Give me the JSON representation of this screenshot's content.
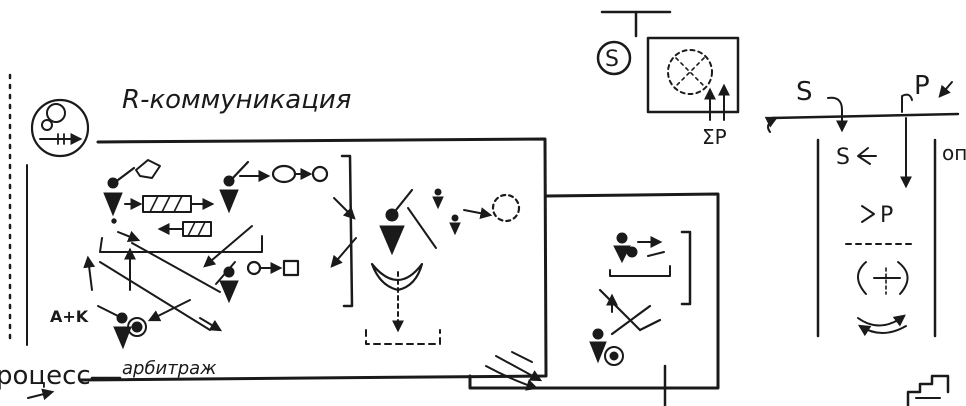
{
  "labels": {
    "title": "R-коммуникация",
    "arbitrage": "арбитраж",
    "process": "роцесс",
    "a_to_k": "A+K",
    "sigma_p": "ΣP",
    "s_circle": "S",
    "s_top": "S",
    "p_top": "P",
    "s_branch": "S",
    "p_mid": "P",
    "op_cut": "оп"
  },
  "colors": {
    "ink": "#1a1a1a",
    "paper": "#ffffff"
  }
}
